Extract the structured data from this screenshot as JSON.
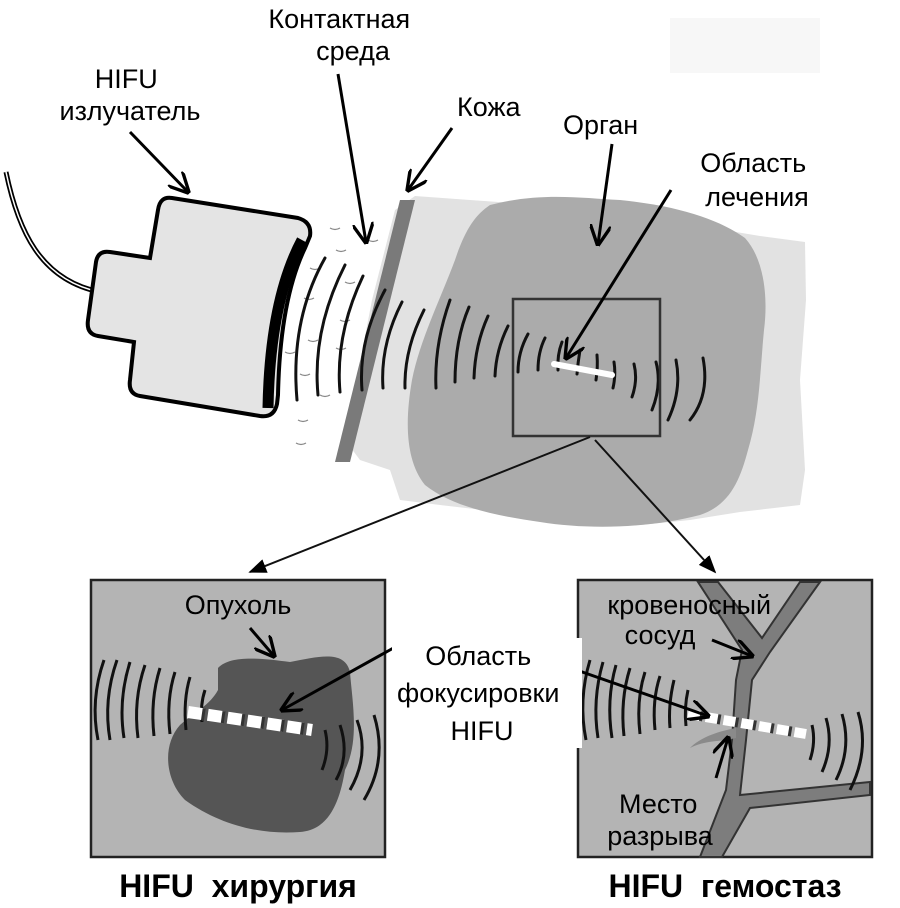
{
  "labels": {
    "transducer": [
      "HIFU",
      "излучатель"
    ],
    "contact_medium": [
      "Контактная",
      "среда"
    ],
    "skin": "Кожа",
    "organ": "Орган",
    "treatment_area": [
      "Область",
      "лечения"
    ],
    "tumor": "Опухоль",
    "focus_area": [
      "Область",
      "фокусировки",
      "HIFU"
    ],
    "blood_vessel": [
      "кровеносный",
      "сосуд"
    ],
    "rupture_site": [
      "Место",
      "разрыва"
    ]
  },
  "captions": {
    "surgery": "HIFU  хирургия",
    "hemostasis": "HIFU  гемостаз"
  },
  "colors": {
    "skin_band": "#7a7a7a",
    "tissue_light": "#e2e2e2",
    "organ": "#ababab",
    "tumor": "#555555",
    "vessel": "#7d7d7d",
    "panel_bg": "#b4b4b4",
    "transducer_body": "#e4e4e4"
  }
}
